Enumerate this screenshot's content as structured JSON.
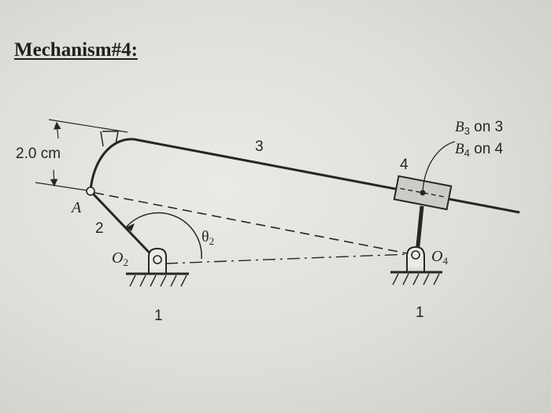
{
  "title": "Mechanism#4:",
  "labels": {
    "offset_dimension": "2.0 cm",
    "link_2": "2",
    "link_3": "3",
    "link_4": "4",
    "ground_left": "1",
    "ground_right": "1",
    "point_a": "A",
    "pivot_o2": {
      "main": "O",
      "sub": "2"
    },
    "pivot_o4": {
      "main": "O",
      "sub": "4"
    },
    "angle_theta2": {
      "main": "θ",
      "sub": "2"
    },
    "b3_note": {
      "main": "B",
      "sub": "3",
      "rest": " on 3"
    },
    "b4_note": {
      "main": "B",
      "sub": "4",
      "rest": " on 4"
    }
  },
  "colors": {
    "ink": "#262626",
    "paper": "#e6e4e0",
    "slider_fill": "#cdcbc6"
  }
}
